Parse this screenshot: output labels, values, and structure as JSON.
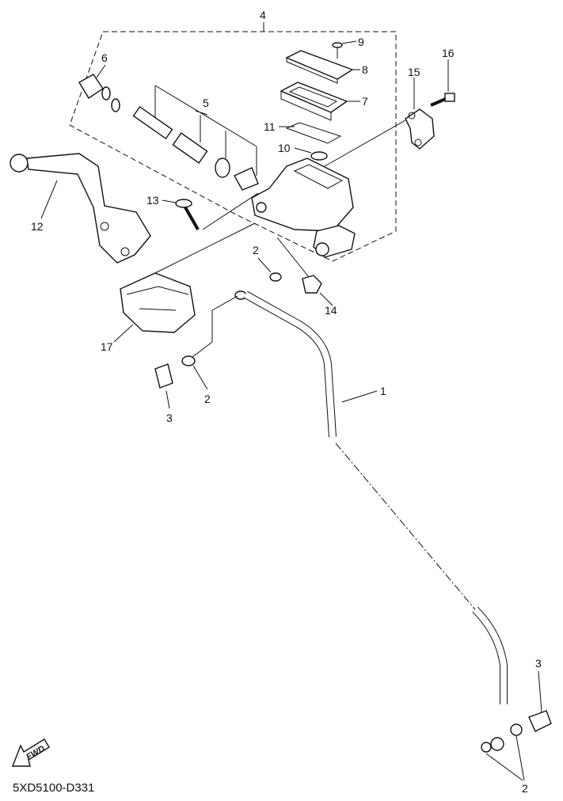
{
  "diagram": {
    "code": "5XD5100-D331",
    "fwd_label": "FWD",
    "callouts": [
      "4",
      "9",
      "8",
      "7",
      "16",
      "15",
      "6",
      "5",
      "11",
      "10",
      "13",
      "12",
      "2",
      "14",
      "17",
      "1",
      "2",
      "3",
      "3",
      "2"
    ]
  }
}
